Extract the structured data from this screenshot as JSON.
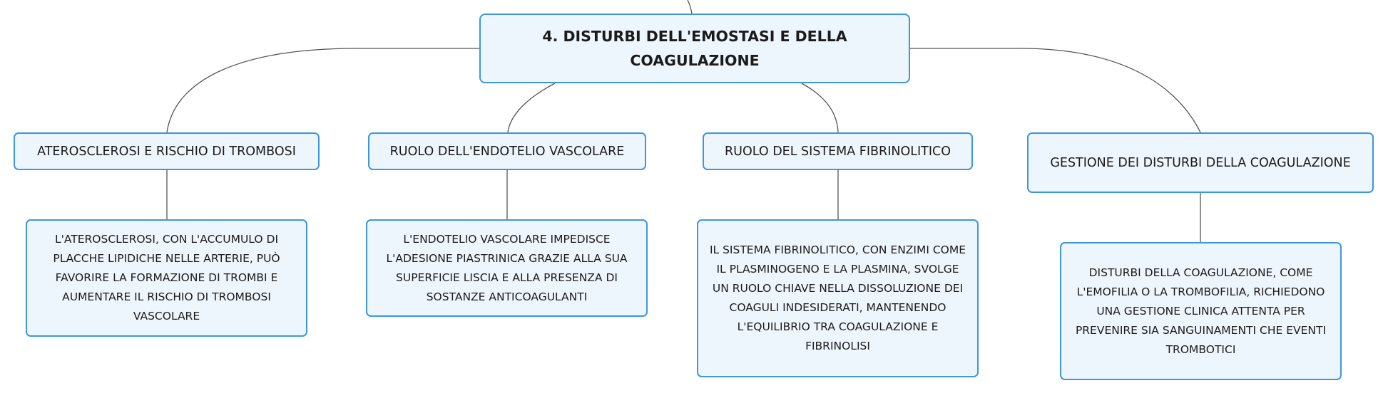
{
  "root": {
    "title": "4. DISTURBI DELL'EMOSTASI E DELLA COAGULAZIONE"
  },
  "topics": [
    {
      "label": "ATEROSCLEROSI E RISCHIO DI TROMBOSI",
      "detail": "L'ATEROSCLEROSI, CON L'ACCUMULO DI PLACCHE LIPIDICHE NELLE ARTERIE, PUÒ FAVORIRE LA FORMAZIONE DI TROMBI E AUMENTARE IL RISCHIO DI TROMBOSI VASCOLARE"
    },
    {
      "label": "RUOLO DELL'ENDOTELIO VASCOLARE",
      "detail": "L'ENDOTELIO VASCOLARE IMPEDISCE L'ADESIONE PIASTRINICA GRAZIE ALLA SUA SUPERFICIE LISCIA E ALLA PRESENZA DI SOSTANZE ANTICOAGULANTI"
    },
    {
      "label": "RUOLO DEL SISTEMA FIBRINOLITICO",
      "detail": "IL SISTEMA FIBRINOLITICO, CON ENZIMI COME IL PLASMINOGENO E LA PLASMINA, SVOLGE UN RUOLO CHIAVE NELLA DISSOLUZIONE DEI COAGULI INDESIDERATI, MANTENENDO L'EQUILIBRIO TRA COAGULAZIONE E FIBRINOLISI"
    },
    {
      "label": "GESTIONE DEI DISTURBI DELLA COAGULAZIONE",
      "detail": "DISTURBI DELLA COAGULAZIONE, COME L'EMOFILIA O LA TROMBOFILIA, RICHIEDONO UNA GESTIONE CLINICA ATTENTA PER PREVENIRE SIA SANGUINAMENTI CHE EVENTI TROMBOTICI"
    }
  ],
  "colors": {
    "node_border": "#3d97de",
    "node_fill": "#eef6fd",
    "connector": "#555555"
  }
}
